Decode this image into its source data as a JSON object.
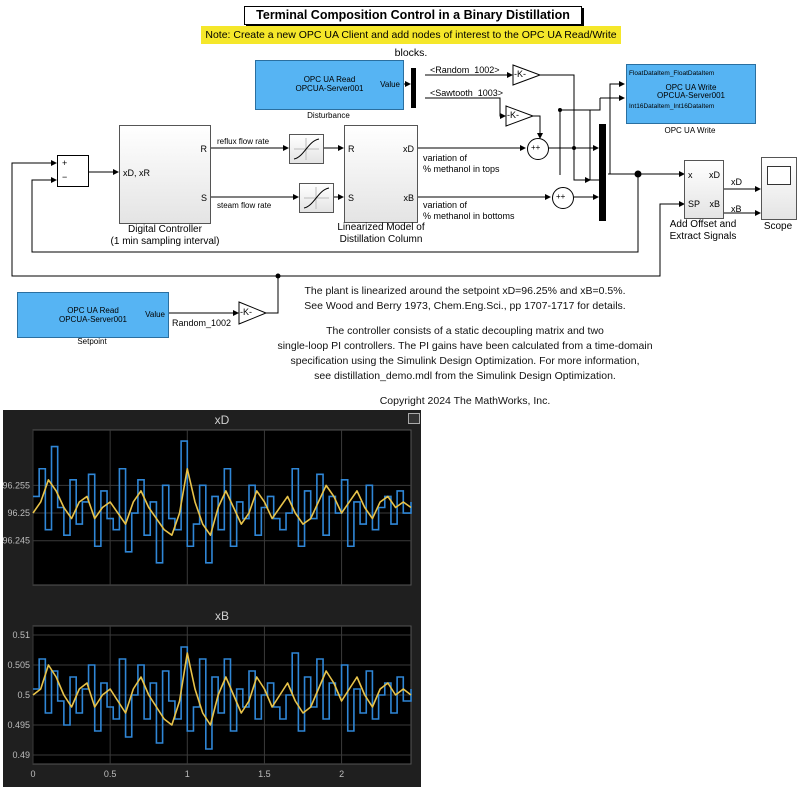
{
  "model": {
    "title": "Terminal Composition Control in a Binary Distillation Column",
    "note": "Note: Create a new OPC UA Client and add nodes of interest to the OPC UA Read/Write blocks.",
    "opc_read_top": {
      "line1": "OPC UA Read",
      "line2": "OPCUA-Server001",
      "port": "Value",
      "caption": "Disturbance"
    },
    "opc_read_bottom": {
      "line1": "OPC UA Read",
      "line2": "OPCUA-Server001",
      "port": "Value",
      "caption": "Setpoint"
    },
    "opc_write": {
      "port1": "FloatDataItem_FloatDataItem",
      "port2": "Int16DataItem_Int16DataItem",
      "line1": "OPC UA Write",
      "line2": "OPCUA-Server001",
      "caption": "OPC UA Write"
    },
    "signals": {
      "random": "<Random_1002>",
      "sawtooth": "<Sawtooth_1003>",
      "random_plain": "Random_1002"
    },
    "gain": "-K-",
    "sum": {
      "plus": "+",
      "minus": "−",
      "plusplus": "++",
      "plus_top": "+"
    },
    "controller": {
      "in": "xD, xR",
      "out_r": "R",
      "out_s": "S",
      "label1": "Digital Controller",
      "label2": "(1 min sampling interval)"
    },
    "lines": {
      "reflux": "reflux flow rate",
      "steam": "steam flow rate"
    },
    "plant": {
      "in_r": "R",
      "in_s": "S",
      "out_xd": "xD",
      "out_xb": "xB",
      "label1": "Linearized Model of",
      "label2": "Distillation Column"
    },
    "variation": {
      "tops1": "variation of",
      "tops2": "% methanol in tops",
      "bot1": "variation of",
      "bot2": "% methanol in bottoms"
    },
    "offset": {
      "in_x": "x",
      "in_sp": "SP",
      "out_xd": "xD",
      "out_xb": "xB",
      "label1": "Add Offset and",
      "label2": "Extract Signals"
    },
    "scope_block": {
      "label": "Scope",
      "sig_xd": "xD",
      "sig_xb": "xB"
    },
    "description": [
      "The plant is linearized around the setpoint xD=96.25% and xB=0.5%.",
      "See Wood and Berry 1973, Chem.Eng.Sci., pp 1707-1717 for details.",
      "",
      "The controller consists of a static decoupling matrix and two",
      "single-loop PI controllers. The PI gains have been calculated from a time-domain",
      "specification using the Simulink Design Optimization. For more information,",
      "see distillation_demo.mdl from the Simulink Design Optimization.",
      "",
      "Copyright 2024 The MathWorks, Inc."
    ]
  },
  "chart_data": [
    {
      "type": "line",
      "title": "xD",
      "xlim": [
        0,
        2.45
      ],
      "ylim": [
        96.237,
        96.265
      ],
      "y_ticks": [
        "96.255",
        "96.25",
        "96.245"
      ],
      "y_tick_values": [
        96.255,
        96.25,
        96.245
      ],
      "grid": true,
      "colors": {
        "stair": "#2f86d6",
        "smooth": "#e8c34a",
        "background": "#000000",
        "grid": "#3a3a3a"
      },
      "series": [
        {
          "values_x": [
            0,
            0.04,
            0.08,
            0.12,
            0.16,
            0.2,
            0.24,
            0.28,
            0.32,
            0.36,
            0.4,
            0.44,
            0.48,
            0.52,
            0.56,
            0.6,
            0.64,
            0.68,
            0.72,
            0.76,
            0.8,
            0.84,
            0.88,
            0.92,
            0.96,
            1.0,
            1.04,
            1.08,
            1.12,
            1.16,
            1.2,
            1.24,
            1.28,
            1.32,
            1.36,
            1.4,
            1.44,
            1.48,
            1.52,
            1.56,
            1.6,
            1.64,
            1.68,
            1.72,
            1.76,
            1.8,
            1.84,
            1.88,
            1.92,
            1.96,
            2.0,
            2.04,
            2.08,
            2.12,
            2.16,
            2.2,
            2.24,
            2.28,
            2.32,
            2.36,
            2.4,
            2.45
          ],
          "values_y": [
            96.253,
            96.258,
            96.247,
            96.262,
            96.251,
            96.246,
            96.256,
            96.248,
            96.252,
            96.257,
            96.244,
            96.254,
            96.249,
            96.247,
            96.258,
            96.243,
            96.25,
            96.256,
            96.246,
            96.252,
            96.241,
            96.255,
            96.249,
            96.247,
            96.263,
            96.244,
            96.248,
            96.255,
            96.241,
            96.253,
            96.247,
            96.258,
            96.244,
            96.252,
            96.249,
            96.255,
            96.246,
            96.251,
            96.253,
            96.249,
            96.247,
            96.25,
            96.258,
            96.244,
            96.254,
            96.249,
            96.257,
            96.246,
            96.253,
            96.25,
            96.256,
            96.244,
            96.252,
            96.248,
            96.255,
            96.247,
            96.251,
            96.253,
            96.248,
            96.254,
            96.25,
            96.252
          ]
        },
        {
          "values_x": [
            0,
            0.05,
            0.1,
            0.15,
            0.2,
            0.25,
            0.3,
            0.35,
            0.4,
            0.45,
            0.5,
            0.55,
            0.6,
            0.65,
            0.7,
            0.75,
            0.8,
            0.85,
            0.9,
            0.95,
            1.0,
            1.05,
            1.1,
            1.15,
            1.2,
            1.25,
            1.3,
            1.35,
            1.4,
            1.45,
            1.5,
            1.55,
            1.6,
            1.65,
            1.7,
            1.75,
            1.8,
            1.85,
            1.9,
            1.95,
            2.0,
            2.05,
            2.1,
            2.15,
            2.2,
            2.25,
            2.3,
            2.35,
            2.4,
            2.45
          ],
          "values_y": [
            96.25,
            96.252,
            96.256,
            96.254,
            96.251,
            96.249,
            96.252,
            96.253,
            96.249,
            96.251,
            96.252,
            96.25,
            96.248,
            96.252,
            96.254,
            96.251,
            96.249,
            96.247,
            96.246,
            96.25,
            96.258,
            96.252,
            96.248,
            96.246,
            96.251,
            96.254,
            96.251,
            96.248,
            96.25,
            96.254,
            96.252,
            96.249,
            96.251,
            96.253,
            96.25,
            96.248,
            96.249,
            96.252,
            96.255,
            96.253,
            96.25,
            96.252,
            96.254,
            96.251,
            96.249,
            96.252,
            96.253,
            96.251,
            96.252,
            96.251
          ]
        }
      ]
    },
    {
      "type": "line",
      "title": "xB",
      "xlim": [
        0,
        2.45
      ],
      "ylim": [
        0.4885,
        0.5115
      ],
      "y_ticks": [
        "0.51",
        "0.505",
        "0.5",
        "0.495",
        "0.49"
      ],
      "y_tick_values": [
        0.51,
        0.505,
        0.5,
        0.495,
        0.49
      ],
      "x_ticks": [
        "0",
        "0.5",
        "1",
        "1.5",
        "2"
      ],
      "x_tick_values": [
        0,
        0.5,
        1,
        1.5,
        2
      ],
      "grid": true,
      "series": [
        {
          "values_x": [
            0,
            0.04,
            0.08,
            0.12,
            0.16,
            0.2,
            0.24,
            0.28,
            0.32,
            0.36,
            0.4,
            0.44,
            0.48,
            0.52,
            0.56,
            0.6,
            0.64,
            0.68,
            0.72,
            0.76,
            0.8,
            0.84,
            0.88,
            0.92,
            0.96,
            1.0,
            1.04,
            1.08,
            1.12,
            1.16,
            1.2,
            1.24,
            1.28,
            1.32,
            1.36,
            1.4,
            1.44,
            1.48,
            1.52,
            1.56,
            1.6,
            1.64,
            1.68,
            1.72,
            1.76,
            1.8,
            1.84,
            1.88,
            1.92,
            1.96,
            2.0,
            2.04,
            2.08,
            2.12,
            2.16,
            2.2,
            2.24,
            2.28,
            2.32,
            2.36,
            2.4,
            2.45
          ],
          "values_y": [
            0.501,
            0.506,
            0.497,
            0.504,
            0.499,
            0.495,
            0.503,
            0.497,
            0.501,
            0.505,
            0.494,
            0.502,
            0.498,
            0.496,
            0.506,
            0.493,
            0.5,
            0.505,
            0.496,
            0.502,
            0.492,
            0.504,
            0.499,
            0.496,
            0.508,
            0.494,
            0.498,
            0.506,
            0.491,
            0.503,
            0.497,
            0.506,
            0.494,
            0.501,
            0.498,
            0.504,
            0.496,
            0.5,
            0.502,
            0.498,
            0.496,
            0.5,
            0.507,
            0.494,
            0.503,
            0.498,
            0.506,
            0.496,
            0.502,
            0.5,
            0.505,
            0.494,
            0.501,
            0.497,
            0.504,
            0.496,
            0.5,
            0.502,
            0.497,
            0.503,
            0.499,
            0.501
          ]
        },
        {
          "values_x": [
            0,
            0.05,
            0.1,
            0.15,
            0.2,
            0.25,
            0.3,
            0.35,
            0.4,
            0.45,
            0.5,
            0.55,
            0.6,
            0.65,
            0.7,
            0.75,
            0.8,
            0.85,
            0.9,
            0.95,
            1.0,
            1.05,
            1.1,
            1.15,
            1.2,
            1.25,
            1.3,
            1.35,
            1.4,
            1.45,
            1.5,
            1.55,
            1.6,
            1.65,
            1.7,
            1.75,
            1.8,
            1.85,
            1.9,
            1.95,
            2.0,
            2.05,
            2.1,
            2.15,
            2.2,
            2.25,
            2.3,
            2.35,
            2.4,
            2.45
          ],
          "values_y": [
            0.5,
            0.501,
            0.505,
            0.503,
            0.5,
            0.498,
            0.501,
            0.502,
            0.498,
            0.5,
            0.501,
            0.499,
            0.497,
            0.501,
            0.503,
            0.5,
            0.498,
            0.496,
            0.495,
            0.499,
            0.507,
            0.501,
            0.497,
            0.495,
            0.5,
            0.503,
            0.5,
            0.497,
            0.499,
            0.503,
            0.501,
            0.498,
            0.5,
            0.502,
            0.499,
            0.497,
            0.498,
            0.501,
            0.504,
            0.502,
            0.499,
            0.501,
            0.503,
            0.5,
            0.498,
            0.501,
            0.502,
            0.5,
            0.501,
            0.5
          ]
        }
      ]
    }
  ]
}
